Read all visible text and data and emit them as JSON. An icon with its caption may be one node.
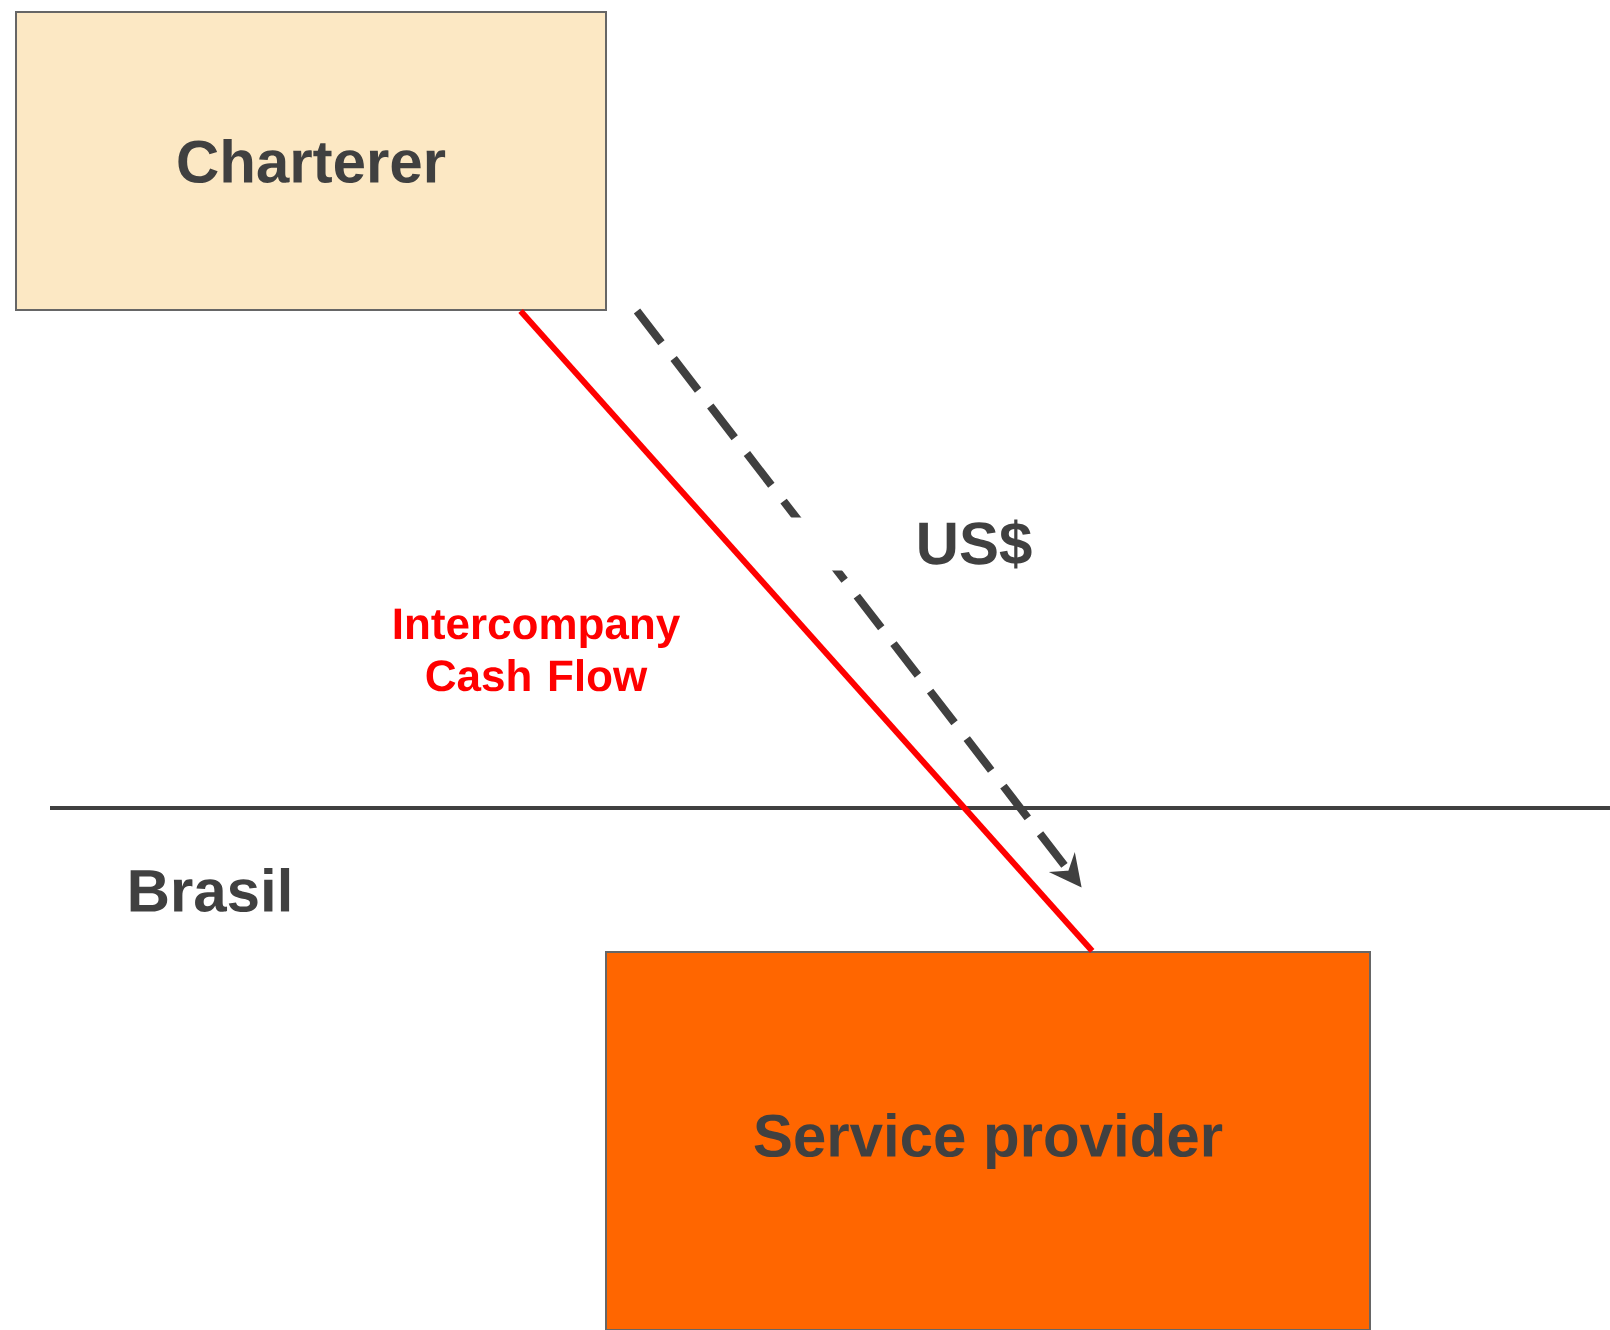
{
  "diagram": {
    "nodes": [
      {
        "text": [
          "Charterer"
        ]
      },
      {
        "text": [
          "Service provider"
        ]
      }
    ],
    "edges": [
      {
        "from": 0,
        "to": 1,
        "arrow": "none",
        "label": "Intercompany Cash Flow",
        "color": "#ff0000"
      },
      {
        "from": 0,
        "to": 1,
        "arrow": "to",
        "label": "US$",
        "style": "dashed",
        "color": "#404040"
      }
    ],
    "labels": [
      "Brasil"
    ]
  }
}
